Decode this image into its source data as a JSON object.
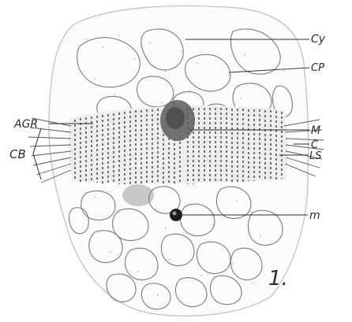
{
  "figure": {
    "number": "1.",
    "labels": {
      "cy": "Cy",
      "cp": "CP",
      "agr": "AGR",
      "m_upper": "M",
      "c": "C",
      "cb": "CB",
      "ls": "LS",
      "m_lower": "m"
    },
    "colors": {
      "ink": "#2b2b2b",
      "shading": "#8a8a8a",
      "background": "#ffffff"
    }
  }
}
